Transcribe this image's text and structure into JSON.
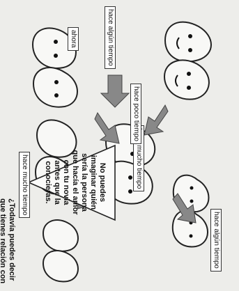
{
  "labels": {
    "now": "ahora",
    "some_time_ago_top": "hace algún tiempo",
    "some_time_ago_bottom": "hace algún tiempo",
    "long_ago_top": "hace mucho tiempo",
    "long_ago_bottom": "hace mucho tiempo",
    "recently": "hace poco tiempo"
  },
  "triangle_text": "No puedes imaginar quién sería la persona que hacía el amor con tu novia antes que la conocieras.",
  "question": "¿Todavía puedes decir que tienes relación con una sola persona ?"
}
